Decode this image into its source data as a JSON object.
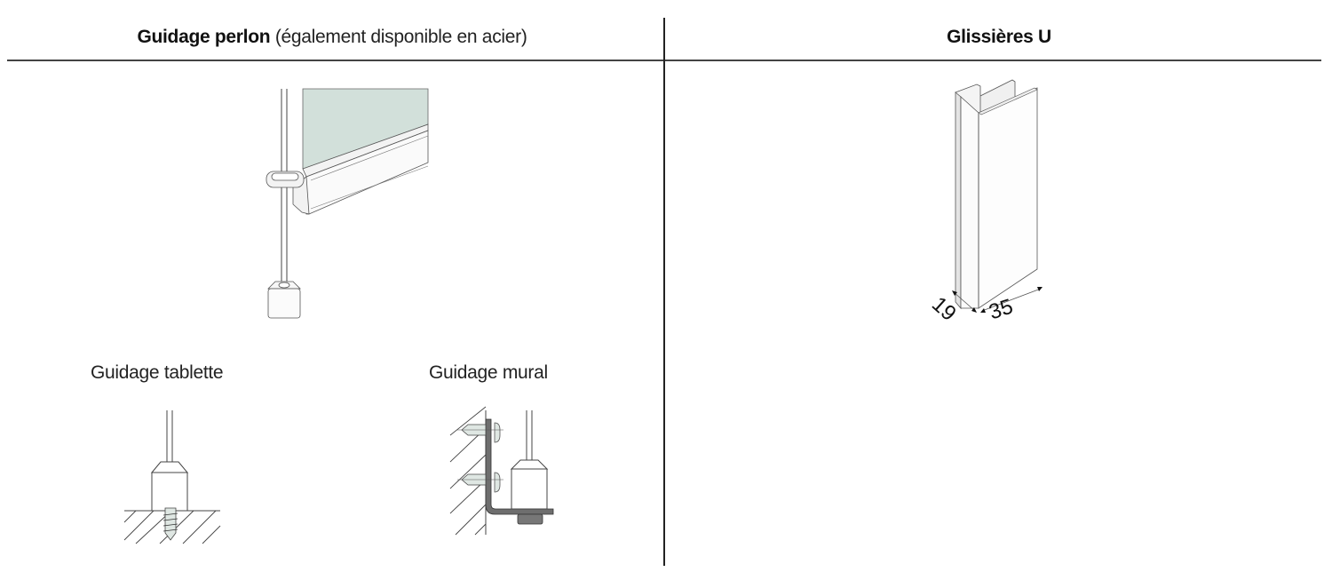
{
  "columns": {
    "left": {
      "title_bold": "Guidage perlon",
      "title_light": " (également disponible en acier)",
      "sub_figures": [
        {
          "label": "Guidage tablette"
        },
        {
          "label": "Guidage mural"
        }
      ]
    },
    "right": {
      "title_bold": "Glissières U",
      "dimensions": {
        "depth": "19",
        "width": "35"
      }
    }
  },
  "colors": {
    "rule": "#444444",
    "glass": "#d2e0da",
    "screw_fill": "#dfe7e3",
    "bracket": "#6e6e6e"
  }
}
